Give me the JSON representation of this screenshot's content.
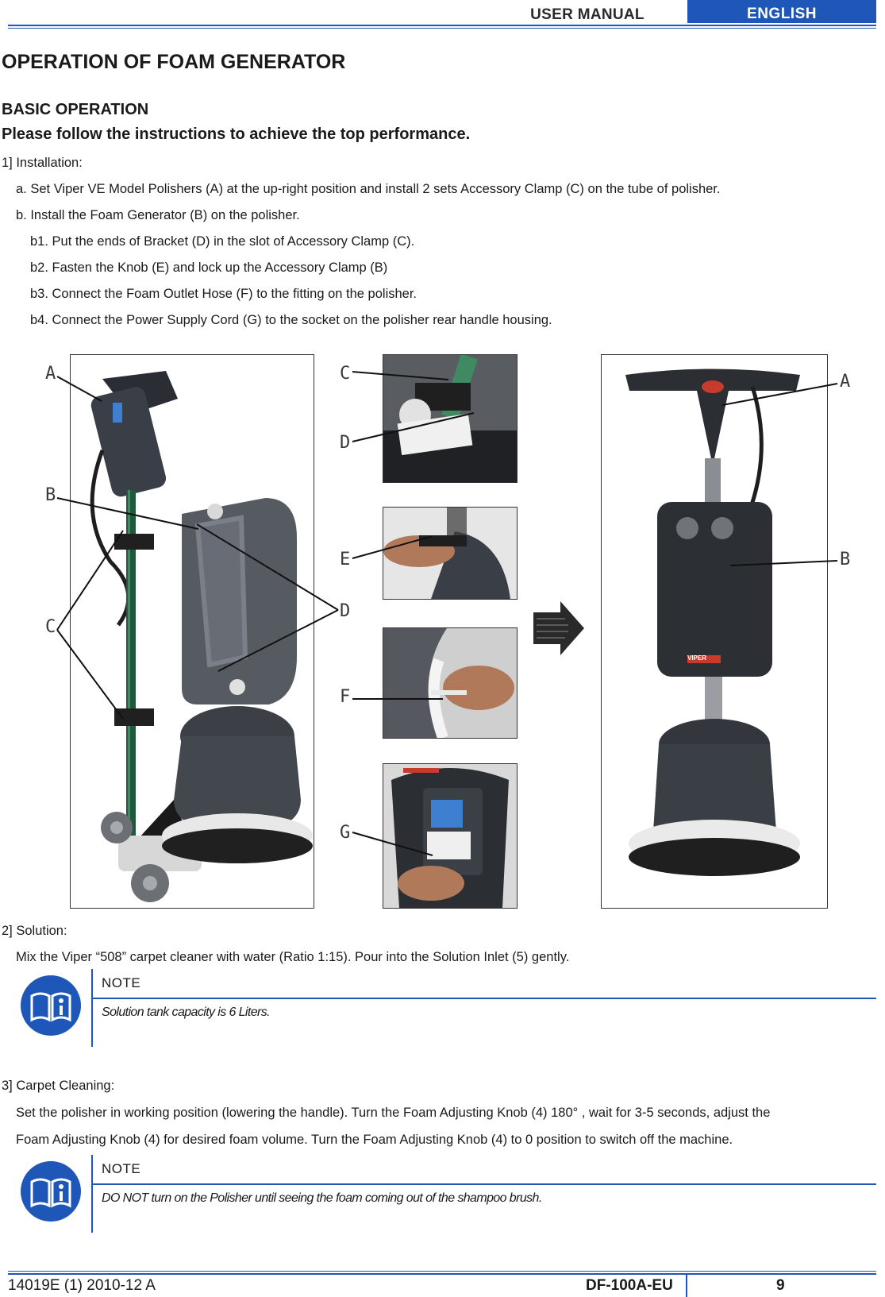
{
  "header": {
    "manual_label": "USER MANUAL",
    "language": "ENGLISH"
  },
  "title": "OPERATION OF FOAM GENERATOR",
  "basic_operation": {
    "heading": "BASIC OPERATION",
    "subheading": "Please follow the instructions to achieve the top performance."
  },
  "installation": {
    "label": "1] Installation:",
    "a": "a. Set Viper VE Model Polishers (A) at the up-right position and install 2 sets Accessory Clamp (C) on the tube of polisher.",
    "b": "b. Install the Foam Generator (B) on the polisher.",
    "b1": "b1. Put the ends of Bracket (D) in the slot of Accessory Clamp (C).",
    "b2": "b2. Fasten the Knob (E) and lock up the Accessory Clamp (B)",
    "b3": "b3. Connect the Foam Outlet Hose (F) to the fitting on the polisher.",
    "b4": "b4. Connect the Power Supply Cord (G) to the socket on the polisher rear handle housing."
  },
  "figure": {
    "labels": {
      "A_left": "A",
      "B_left": "B",
      "C_left": "C",
      "C_mid": "C",
      "D_mid": "D",
      "E_mid": "E",
      "D_mid2": "D",
      "F_mid": "F",
      "G_mid": "G",
      "A_right": "A",
      "B_right": "B"
    },
    "right_logo": "VIPER"
  },
  "solution": {
    "label": "2] Solution:",
    "text": "Mix the Viper “508” carpet cleaner with water (Ratio 1:15). Pour into the Solution Inlet (5) gently.",
    "note_heading": "NOTE",
    "note_text": "Solution tank capacity is 6 Liters."
  },
  "carpet": {
    "label": "3] Carpet Cleaning:",
    "line1": "Set the polisher in working position (lowering the handle). Turn the Foam Adjusting Knob (4) 180° , wait for 3-5 seconds, adjust the",
    "line2": "Foam Adjusting Knob (4) for desired foam volume. Turn the Foam Adjusting Knob (4) to 0 position to switch off the machine.",
    "note_heading": "NOTE",
    "note_text": "DO NOT turn on the Polisher until seeing the foam coming out of the shampoo brush."
  },
  "footer": {
    "doc_code": "14019E (1) 2010-12 A",
    "model": "DF-100A-EU",
    "page": "9"
  },
  "colors": {
    "accent": "#1e57b8"
  }
}
